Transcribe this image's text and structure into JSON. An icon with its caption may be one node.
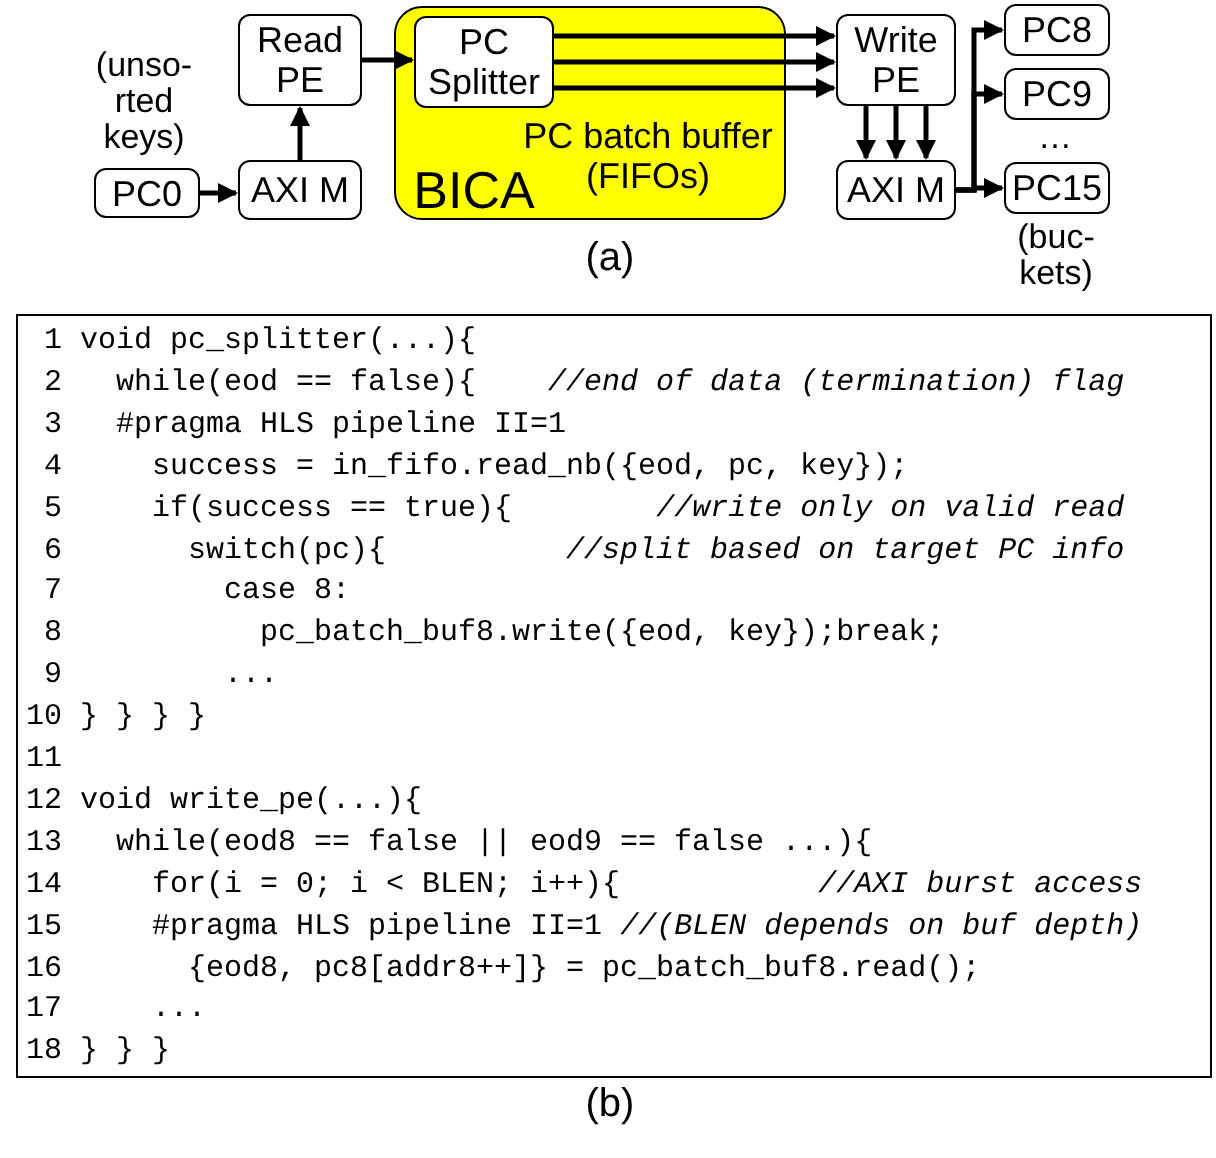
{
  "diagram": {
    "nodes": [
      {
        "text": [
          "Read PE"
        ]
      },
      {
        "text": [
          "PC batch buffer (FIFOs)",
          "BICA"
        ]
      },
      {
        "text": [
          "PC Splitter"
        ],
        "in": 1
      },
      {
        "text": [
          "Write PE"
        ]
      },
      {
        "text": [
          "PC8"
        ]
      },
      {
        "text": [
          "PC9"
        ]
      },
      {
        "text": [
          "PC0"
        ]
      },
      {
        "text": [
          "AXI M"
        ]
      },
      {
        "text": [
          "AXI M"
        ]
      },
      {
        "text": [
          "PC15"
        ]
      }
    ],
    "edges": [
      {
        "from": 6,
        "to": 7,
        "arrow": "to"
      },
      {
        "from": 7,
        "to": 0,
        "arrow": "to"
      },
      {
        "from": 0,
        "to": 2,
        "arrow": "to"
      },
      {
        "from": 2,
        "to": 3,
        "arrow": "to"
      },
      {
        "from": 2,
        "to": 3,
        "arrow": "to"
      },
      {
        "from": 2,
        "to": 3,
        "arrow": "to"
      },
      {
        "from": 3,
        "to": 8,
        "arrow": "to"
      },
      {
        "from": 3,
        "to": 8,
        "arrow": "to"
      },
      {
        "from": 3,
        "to": 8,
        "arrow": "to"
      },
      {
        "from": 8,
        "to": 4,
        "arrow": "to"
      },
      {
        "from": 8,
        "to": 5,
        "arrow": "to"
      },
      {
        "from": 8,
        "to": 9,
        "arrow": "to"
      }
    ],
    "labels": [
      "(unso- rted keys)",
      "…",
      "(a)",
      "(buc- kets)",
      "1 void pc_splitter(...){",
      "2   while(eod == false){    *//end of data (termination) flag*",
      "3   #pragma HLS pipeline II=1",
      "4     success = in_fifo.read_nb({eod, pc, key});",
      "5     if(success == true){        *//write only on valid read*",
      "6       switch(pc){          *//split based on target PC info*",
      "7         case 8:",
      "8           pc_batch_buf8.write({eod, key});break;",
      "9         ...",
      "10 } } } }",
      "11",
      "12 void write_pe(...){",
      "13   while(eod8 == false || eod9 == false ...){",
      "14     for(i = 0; i < BLEN; i++){           *//AXI burst access*",
      "15     #pragma HLS pipeline II=1 *//(BLEN depends on buf depth)*",
      "16       {eod8, pc8[addr8++]} = pc_batch_buf8.read();",
      "17     ...",
      "18 } } }",
      "(b)"
    ]
  }
}
